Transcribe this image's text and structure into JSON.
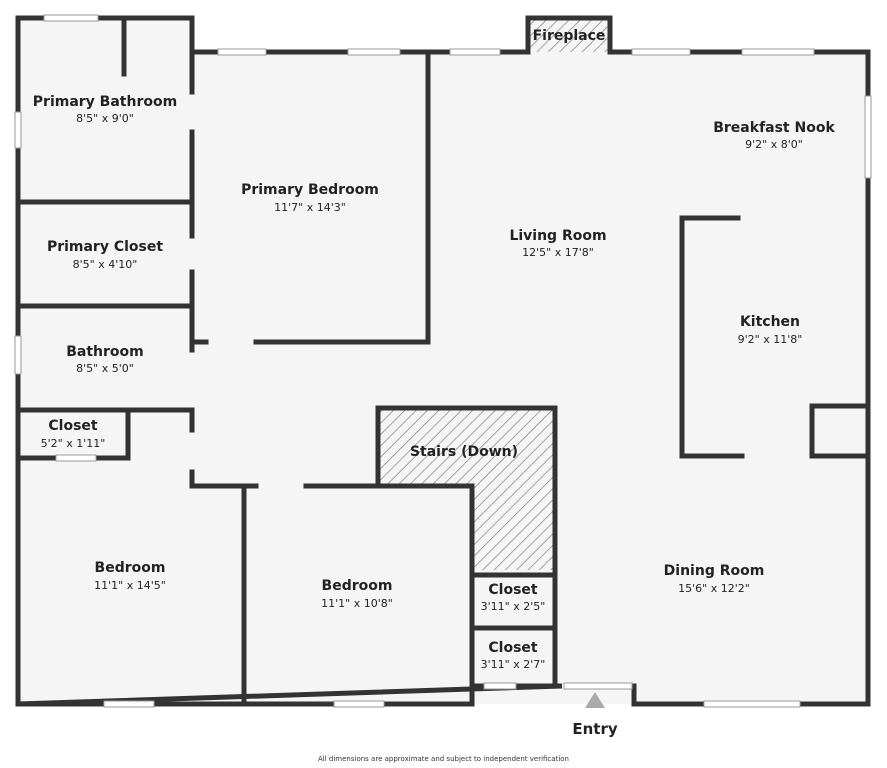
{
  "colors": {
    "wall": "#333333",
    "floor": "#f5f5f5",
    "window": "#ffffff",
    "hatch": "#888888"
  },
  "rooms": {
    "primary_bathroom": {
      "name": "Primary Bathroom",
      "dim": "8'5\" x 9'0\""
    },
    "primary_closet": {
      "name": "Primary Closet",
      "dim": "8'5\" x 4'10\""
    },
    "bathroom": {
      "name": "Bathroom",
      "dim": "8'5\" x 5'0\""
    },
    "closet_small": {
      "name": "Closet",
      "dim": "5'2\" x 1'11\""
    },
    "primary_bedroom": {
      "name": "Primary Bedroom",
      "dim": "11'7\" x 14'3\""
    },
    "living_room": {
      "name": "Living Room",
      "dim": "12'5\" x 17'8\""
    },
    "breakfast_nook": {
      "name": "Breakfast Nook",
      "dim": "9'2\" x 8'0\""
    },
    "kitchen": {
      "name": "Kitchen",
      "dim": "9'2\" x 11'8\""
    },
    "bedroom_left": {
      "name": "Bedroom",
      "dim": "11'1\" x 14'5\""
    },
    "bedroom_mid": {
      "name": "Bedroom",
      "dim": "11'1\" x 10'8\""
    },
    "closet_upper": {
      "name": "Closet",
      "dim": "3'11\" x 2'5\""
    },
    "closet_lower": {
      "name": "Closet",
      "dim": "3'11\" x 2'7\""
    },
    "dining_room": {
      "name": "Dining Room",
      "dim": "15'6\" x 12'2\""
    }
  },
  "features": {
    "fireplace": "Fireplace",
    "stairs": "Stairs (Down)",
    "entry": "Entry"
  },
  "disclaimer": "All dimensions are approximate and subject to independent verification"
}
